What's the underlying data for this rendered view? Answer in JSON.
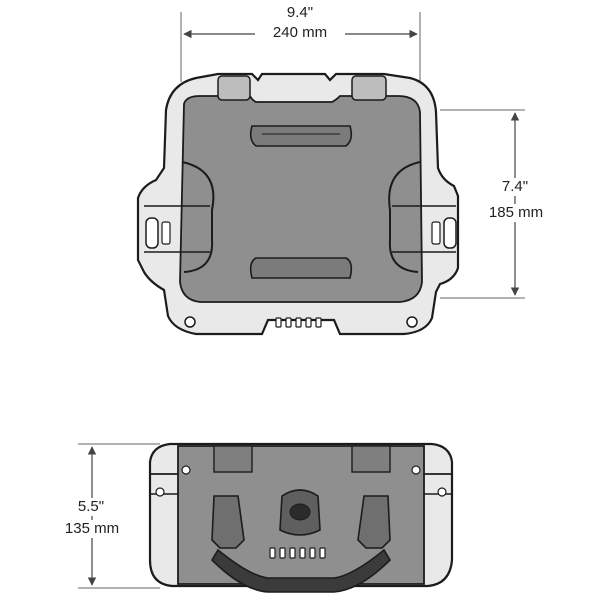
{
  "dimensions": {
    "width": {
      "inches": "9.4\"",
      "mm": "240 mm"
    },
    "length": {
      "inches": "7.4\"",
      "mm": "185 mm"
    },
    "height": {
      "inches": "5.5\"",
      "mm": "135 mm"
    }
  },
  "colors": {
    "case_fill": "#8f8f8f",
    "case_outline": "#1c1c1c",
    "dimension_line": "#444444",
    "background": "#ffffff"
  }
}
